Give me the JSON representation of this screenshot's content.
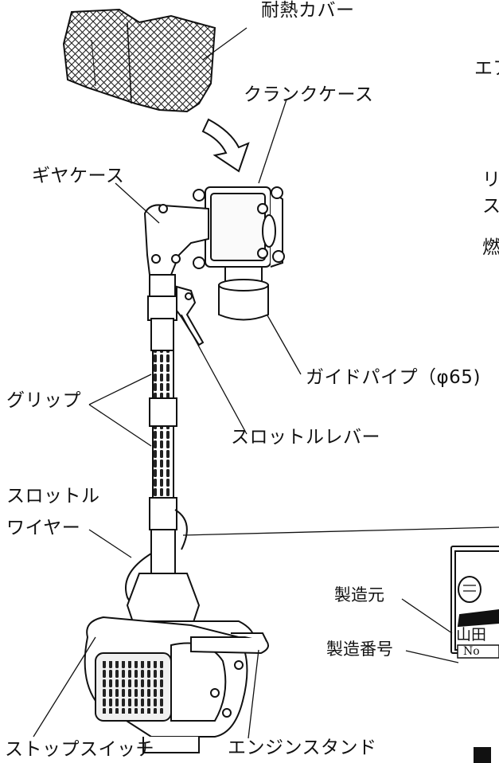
{
  "labels": {
    "heat_cover": "耐熱カバー",
    "crank_case": "クランクケース",
    "gear_case": "ギヤケース",
    "guide_pipe": "ガイドパイプ（φ65)",
    "grip": "グリップ",
    "throttle_lever": "スロットルレバー",
    "throttle_wire_1": "スロットル",
    "throttle_wire_2": "ワイヤー",
    "manufacturer": "製造元",
    "serial_no": "製造番号",
    "stop_switch": "ストップスイッチ",
    "engine_stand": "エンジンスタンド"
  },
  "right_edge": {
    "air": "エア",
    "ri": "リ",
    "su": "ス",
    "fuel": "燃"
  },
  "nameplate": {
    "maker_partial": "山田",
    "no_partial": "No"
  }
}
